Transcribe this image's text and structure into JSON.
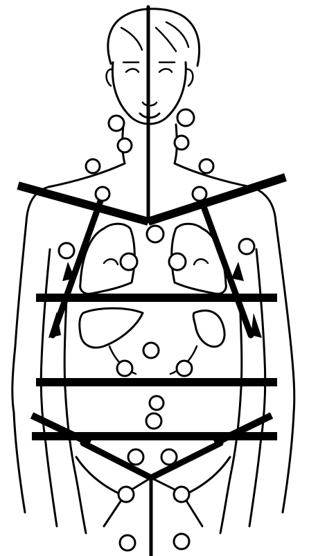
{
  "figure": {
    "colors": {
      "ink": "#000000",
      "background": "#ffffff"
    },
    "elements": {
      "figure_outline": "human-torso-outline",
      "head": "head-with-face",
      "midline": "vertical-midline",
      "transverse_bars": 5,
      "diagonal_pathways": "chevron-pathways",
      "nodes": "lymph-node-circles",
      "arrows": "upward-arrowheads"
    }
  }
}
